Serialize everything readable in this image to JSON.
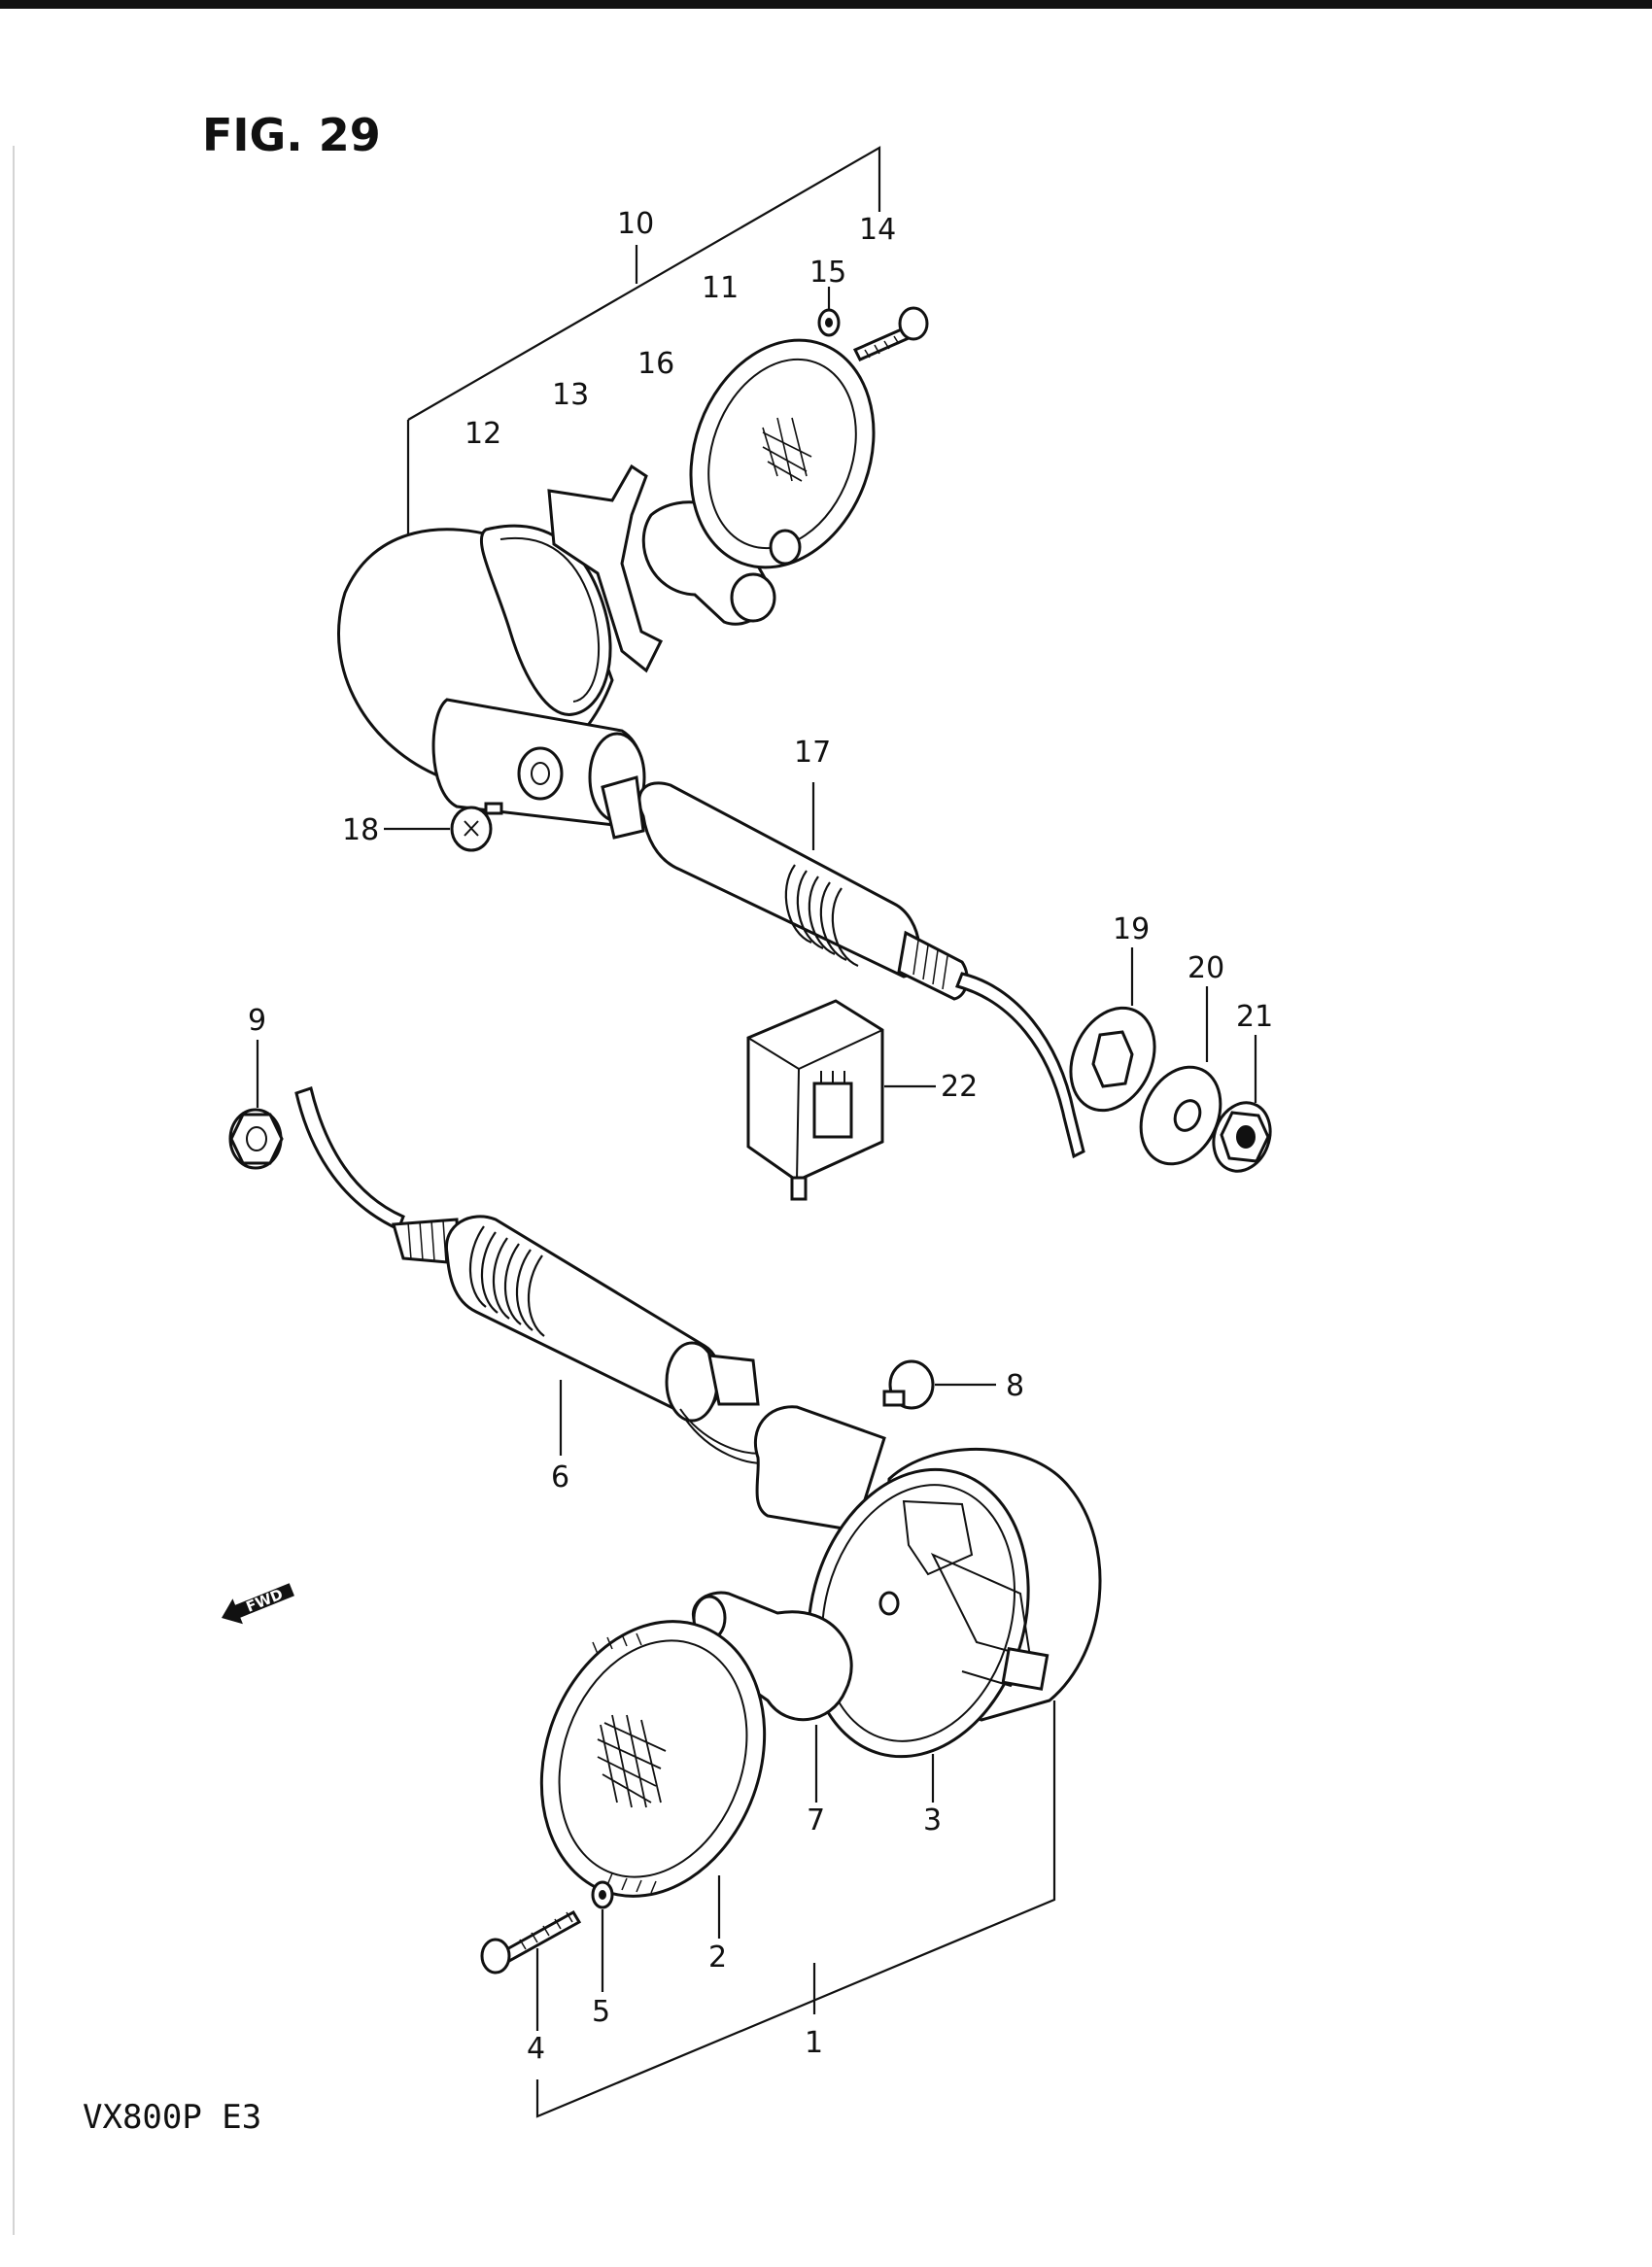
{
  "figure": {
    "title": "FIG. 29",
    "model": "VX800P  E3",
    "direction_badge": "FWD"
  },
  "callouts": [
    {
      "id": "1",
      "text": "1"
    },
    {
      "id": "2",
      "text": "2"
    },
    {
      "id": "3",
      "text": "3"
    },
    {
      "id": "4",
      "text": "4"
    },
    {
      "id": "5",
      "text": "5"
    },
    {
      "id": "6",
      "text": "6"
    },
    {
      "id": "7",
      "text": "7"
    },
    {
      "id": "8",
      "text": "8"
    },
    {
      "id": "9",
      "text": "9"
    },
    {
      "id": "10",
      "text": "10"
    },
    {
      "id": "11",
      "text": "11"
    },
    {
      "id": "12",
      "text": "12"
    },
    {
      "id": "13",
      "text": "13"
    },
    {
      "id": "14",
      "text": "14"
    },
    {
      "id": "15",
      "text": "15"
    },
    {
      "id": "16",
      "text": "16"
    },
    {
      "id": "17",
      "text": "17"
    },
    {
      "id": "18",
      "text": "18"
    },
    {
      "id": "19",
      "text": "19"
    },
    {
      "id": "20",
      "text": "20"
    },
    {
      "id": "21",
      "text": "21"
    },
    {
      "id": "22",
      "text": "22"
    }
  ],
  "icons": {
    "fwd_arrow": "fwd-arrow-icon"
  }
}
